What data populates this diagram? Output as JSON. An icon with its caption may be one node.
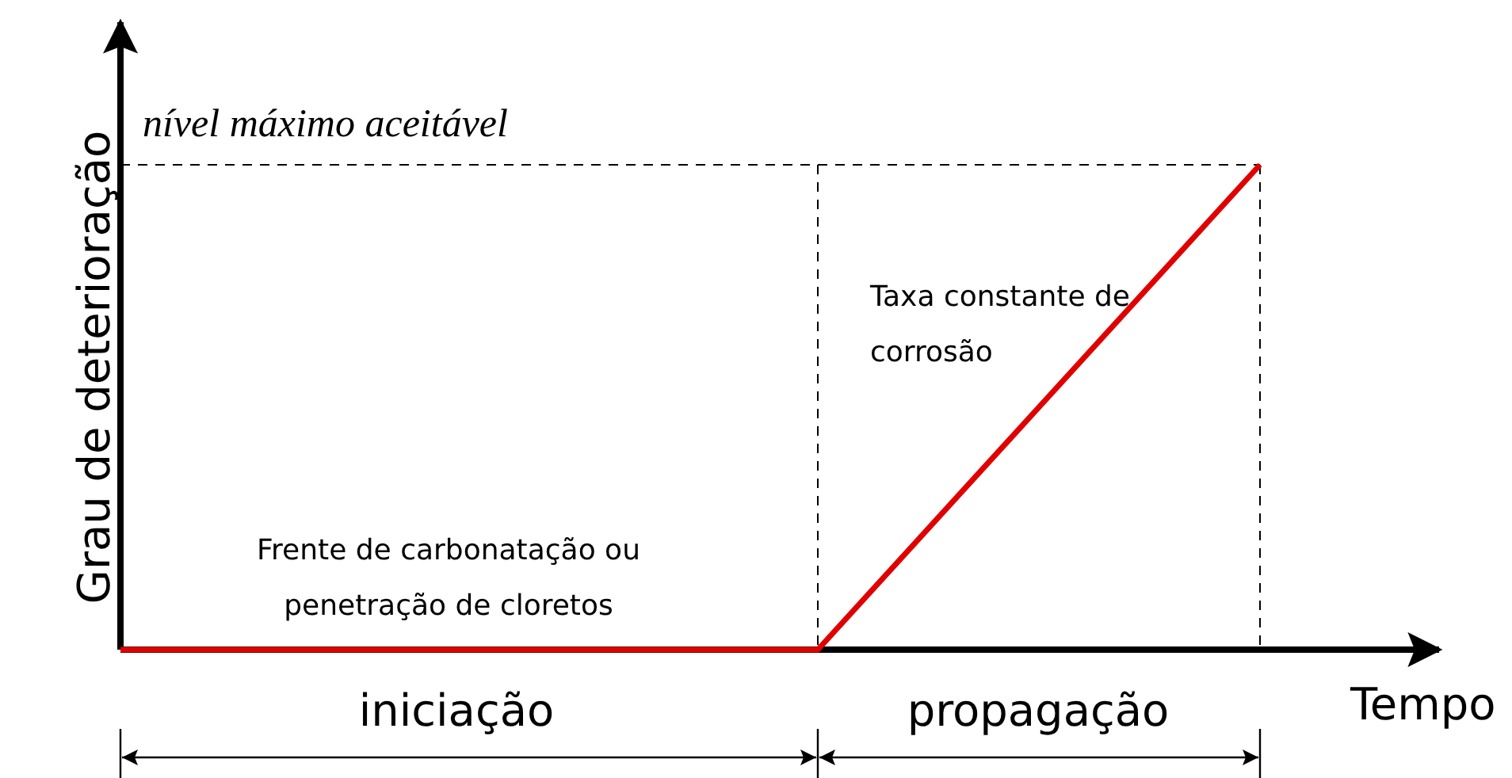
{
  "diagram": {
    "labels": [
      "Grau de deterioração",
      "nível máximo aceitável",
      "Taxa constante de corrosão",
      "Frente de carbonatação ou penetração de cloretos",
      "Tempo",
      "iniciação",
      "propagação"
    ]
  }
}
